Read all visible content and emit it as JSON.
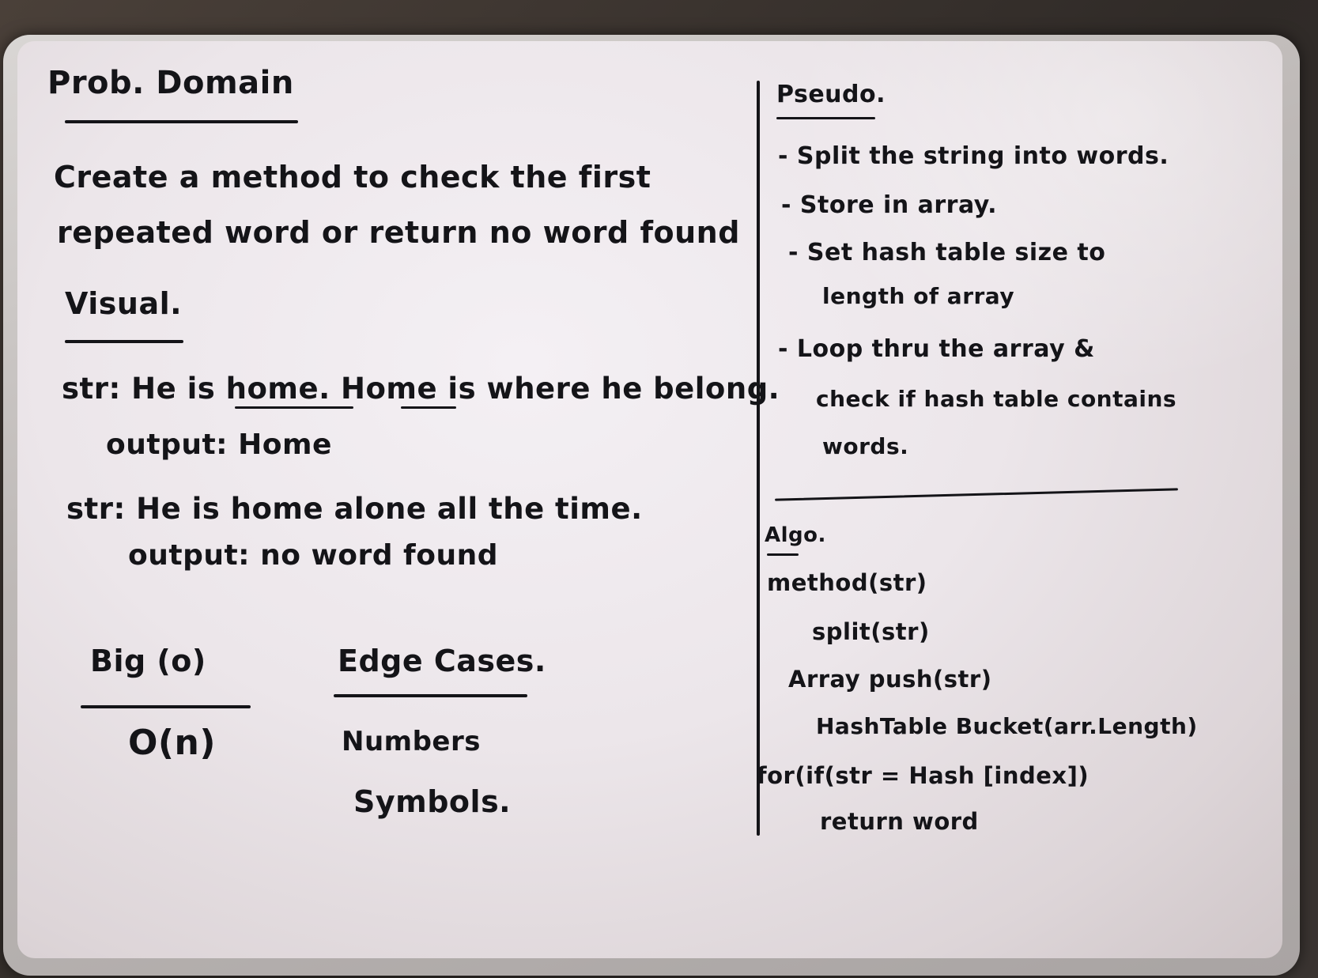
{
  "left": {
    "prob_domain_title": "Prob. Domain",
    "problem_line1": "Create a method to check the first",
    "problem_line2": "repeated word or return no word found",
    "visual_title": "Visual.",
    "example1_str": "str: He is home. Home is where he belong.",
    "example1_output": "output: Home",
    "example2_str": "str: He is home alone all the time.",
    "example2_output": "output: no word found",
    "big_o_title": "Big (o)",
    "big_o_value": "O(n)",
    "edge_cases_title": "Edge Cases.",
    "edge_cases": [
      "Numbers",
      "Symbols."
    ]
  },
  "right": {
    "pseudo_title": "Pseudo.",
    "pseudo_lines": [
      "- Split the string into words.",
      "- Store in array.",
      "- Set hash table size to",
      "length of array",
      "- Loop thru the array &",
      "check if hash table contains",
      "words."
    ],
    "algo_title": "Algo.",
    "algo_lines": [
      "method(str)",
      "split(str)",
      "Array push(str)",
      "HashTable Bucket(arr.Length)",
      "for(if(str = Hash [index])",
      "return word"
    ]
  }
}
